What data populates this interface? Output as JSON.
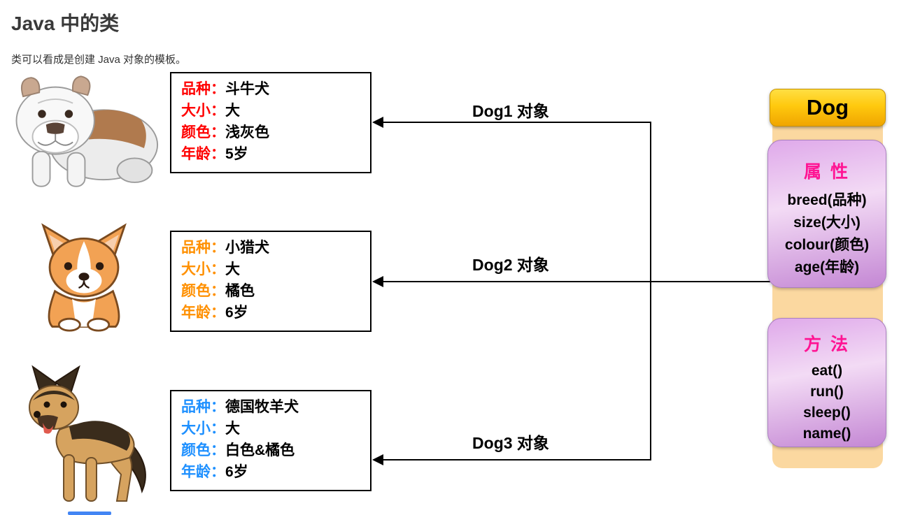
{
  "page": {
    "title": "Java 中的类",
    "subtitle": "类可以看成是创建 Java 对象的模板。"
  },
  "objects": [
    {
      "arrow_label": "Dog1 对象",
      "image": "bulldog-illustration",
      "label_color": "#ff0000",
      "fields": [
        {
          "label": "品种：",
          "value": "斗牛犬"
        },
        {
          "label": "大小：",
          "value": "大"
        },
        {
          "label": "颜色：",
          "value": "浅灰色"
        },
        {
          "label": "年龄：",
          "value": "5岁"
        }
      ]
    },
    {
      "arrow_label": "Dog2 对象",
      "image": "corgi-illustration",
      "label_color": "#ff9000",
      "fields": [
        {
          "label": "品种：",
          "value": "小猎犬"
        },
        {
          "label": "大小：",
          "value": "大"
        },
        {
          "label": "颜色：",
          "value": "橘色"
        },
        {
          "label": "年龄：",
          "value": "6岁"
        }
      ]
    },
    {
      "arrow_label": "Dog3 对象",
      "image": "german-shepherd-illustration",
      "label_color": "#1e90ff",
      "fields": [
        {
          "label": "品种：",
          "value": "德国牧羊犬"
        },
        {
          "label": "大小：",
          "value": "大"
        },
        {
          "label": "颜色：",
          "value": "白色&橘色"
        },
        {
          "label": "年龄：",
          "value": "6岁"
        }
      ]
    }
  ],
  "class_card": {
    "name": "Dog",
    "attributes_title": "属 性",
    "attributes": [
      "breed(品种)",
      "size(大小)",
      "colour(颜色)",
      "age(年龄)"
    ],
    "methods_title": "方 法",
    "methods": [
      "eat()",
      "run()",
      "sleep()",
      "name()"
    ],
    "colors": {
      "header_bg": "#ffc90e",
      "strip_bg": "#fbd8a0",
      "section_bg": "#d9a7e8",
      "section_title": "#ff1493"
    }
  }
}
